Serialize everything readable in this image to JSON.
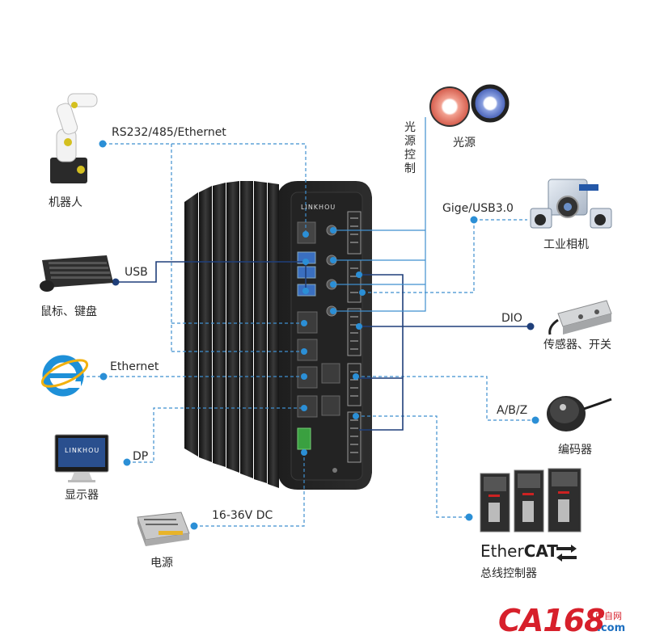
{
  "labels": {
    "robot": "机器人",
    "robot_link": "RS232/485/Ethernet",
    "mouse_keyboard": "鼠标、键盘",
    "usb": "USB",
    "ethernet": "Ethernet",
    "display": "显示器",
    "dp": "DP",
    "power": "电源",
    "power_link": "16-36V DC",
    "light_control": "光源控制",
    "light_source": "光源",
    "camera_link": "Gige/USB3.0",
    "camera": "工业相机",
    "dio": "DIO",
    "sensor": "传感器、开关",
    "abz": "A/B/Z",
    "encoder": "编码器",
    "ethercat_prefix": "Ether",
    "ethercat_suffix": "CAT",
    "bus_controller": "总线控制器",
    "device_brand": "LINKHOU",
    "monitor_brand": "LINKHOU",
    "watermark_main": "CA168",
    "watermark_sub": "中自网",
    "watermark_domain": ".com"
  },
  "colors": {
    "dashed_line": "#3f8fcf",
    "solid_line": "#1f3f7a",
    "dot": "#2b8fd6",
    "dot_dark": "#1f3f7a",
    "watermark_red": "#d7202b",
    "watermark_blue": "#1d6fc0"
  },
  "icons": [
    "robot-arm-icon",
    "keyboard-icon",
    "ie-browser-icon",
    "monitor-icon",
    "power-supply-icon",
    "ring-light-icon",
    "industrial-camera-icon",
    "load-cell-sensor-icon",
    "rotary-encoder-icon",
    "servo-drive-icon"
  ]
}
